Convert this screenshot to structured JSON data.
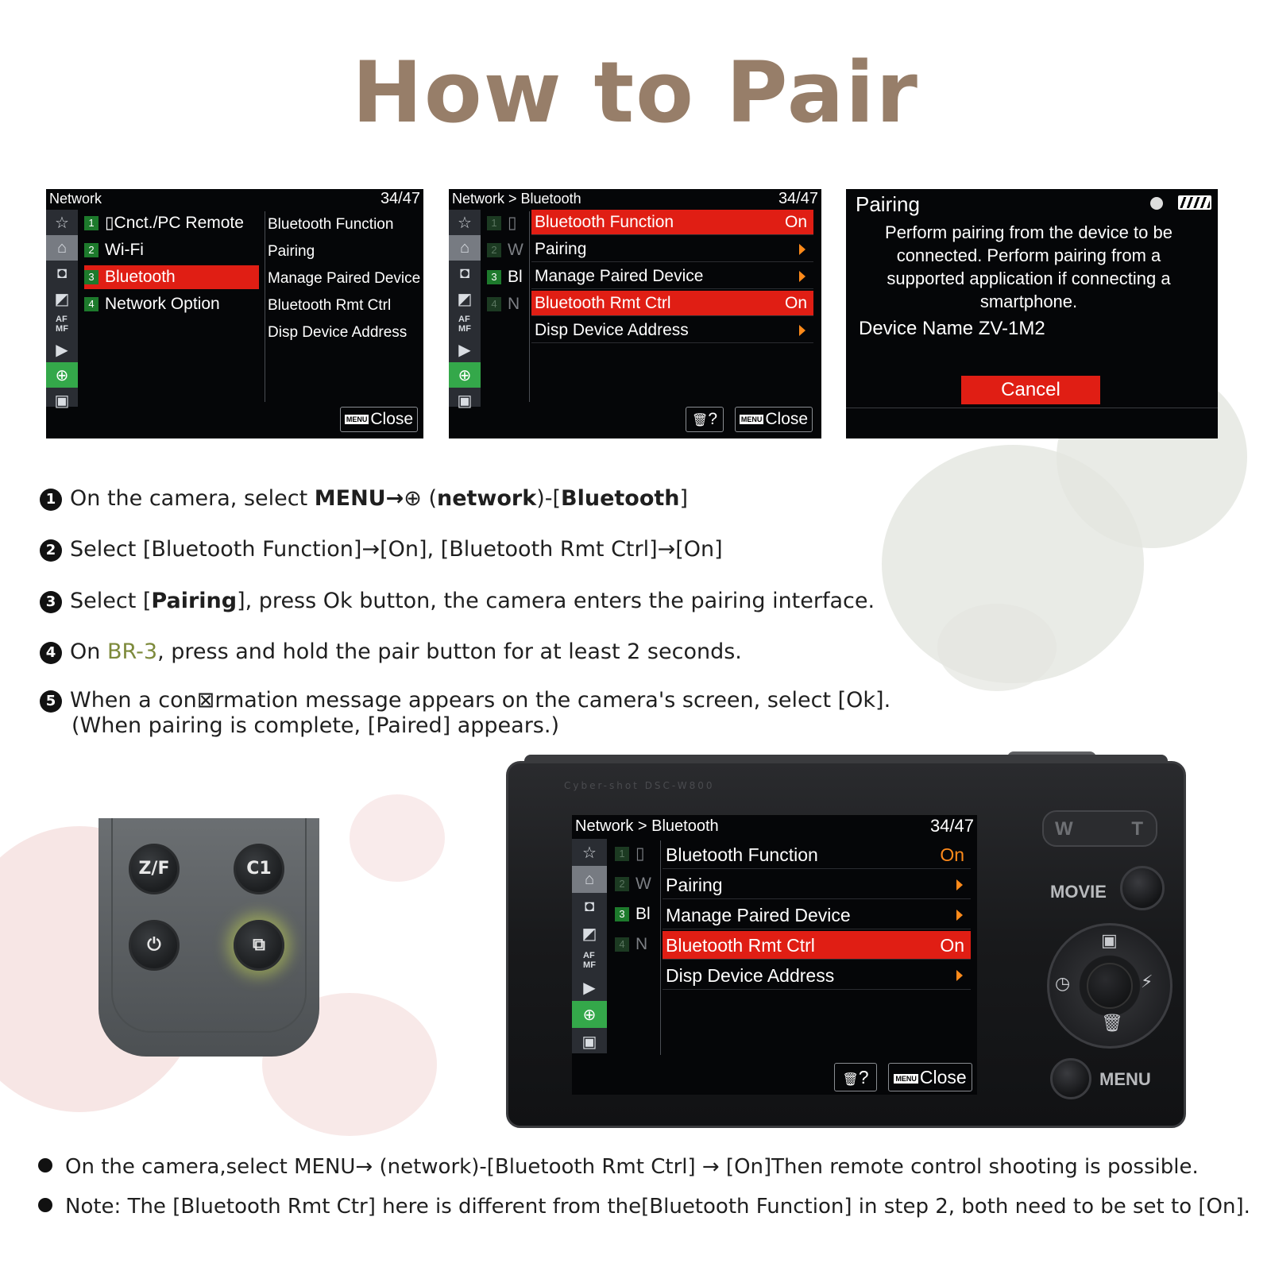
{
  "title": "How to Pair",
  "screen1": {
    "header": "Network",
    "page": "34/47",
    "categories": [
      {
        "num": "1",
        "label": "▯Cnct./PC Remote"
      },
      {
        "num": "2",
        "label": "Wi-Fi"
      },
      {
        "num": "3",
        "label": "Bluetooth"
      },
      {
        "num": "4",
        "label": "Network Option"
      }
    ],
    "sub_items": [
      "Bluetooth Function",
      "Pairing",
      "Manage Paired Device",
      "Bluetooth Rmt Ctrl",
      "Disp Device Address"
    ],
    "close": "Close",
    "menu_chip": "MENU"
  },
  "screen2": {
    "header": "Network > Bluetooth",
    "page": "34/47",
    "cat_letters": [
      "▯",
      "W",
      "Bl",
      "N"
    ],
    "cat_nums": [
      "1",
      "2",
      "3",
      "4"
    ],
    "rows": [
      {
        "label": "Bluetooth Function",
        "value": "On"
      },
      {
        "label": "Pairing",
        "value": ""
      },
      {
        "label": "Manage Paired Device",
        "value": ""
      },
      {
        "label": "Bluetooth Rmt Ctrl",
        "value": "On"
      },
      {
        "label": "Disp Device Address",
        "value": ""
      }
    ],
    "help": "?",
    "close": "Close",
    "menu_chip": "MENU"
  },
  "screen3": {
    "title": "Pairing",
    "message": "Perform pairing from the device to be connected. Perform pairing from a supported application if connecting a smartphone.",
    "device": "Device Name ZV-1M2",
    "cancel": "Cancel"
  },
  "steps": {
    "s1": {
      "num": "1",
      "pre": "On the camera, select ",
      "b1": "MENU→",
      "mid": " (",
      "b2": "network",
      "mid2": ")-[",
      "b3": "Bluetooth",
      "post": "]"
    },
    "s2": {
      "num": "2",
      "text": "Select [Bluetooth Function]→[On], [Bluetooth Rmt Ctrl]→[On]"
    },
    "s3": {
      "num": "3",
      "pre": "Select [",
      "b": "Pairing",
      "post": "], press Ok button, the camera enters the pairing interface."
    },
    "s4": {
      "num": "4",
      "pre": "On ",
      "hl": "BR-3",
      "post": ", press and hold the pair button for at least 2 seconds."
    },
    "s5": {
      "num": "5",
      "line1": "When a con⊠rmation message appears on the camera's screen, select [Ok].",
      "line2": "(When pairing is complete, [Paired] appears.)"
    }
  },
  "remote": {
    "b1": "Z/F",
    "b2": "C1"
  },
  "camera": {
    "model": "Cyber-shot  DSC-W800",
    "zoom_w": "W",
    "zoom_t": "T",
    "movie": "MOVIE",
    "menu": "MENU",
    "screen": {
      "header": "Network > Bluetooth",
      "page": "34/47",
      "cat_letters": [
        "▯",
        "W",
        "Bl",
        "N"
      ],
      "cat_nums": [
        "1",
        "2",
        "3",
        "4"
      ],
      "rows": [
        {
          "label": "Bluetooth Function",
          "value": "On"
        },
        {
          "label": "Pairing",
          "value": ""
        },
        {
          "label": "Manage Paired Device",
          "value": ""
        },
        {
          "label": "Bluetooth Rmt Ctrl",
          "value": "On"
        },
        {
          "label": "Disp Device Address",
          "value": ""
        }
      ],
      "help": "?",
      "close": "Close",
      "menu_chip": "MENU"
    }
  },
  "notes": [
    "On the camera,select MENU→ (network)-[Bluetooth Rmt Ctrl] → [On]Then remote control shooting is possible.",
    "Note: The [Bluetooth Rmt Ctr] here is different from the[Bluetooth Function] in step 2, both need to be set to [On]."
  ],
  "colors": {
    "title": "#977e69",
    "highlight": "#e01e14",
    "value": "#ff8a1a",
    "olive": "#7d8a3b"
  }
}
